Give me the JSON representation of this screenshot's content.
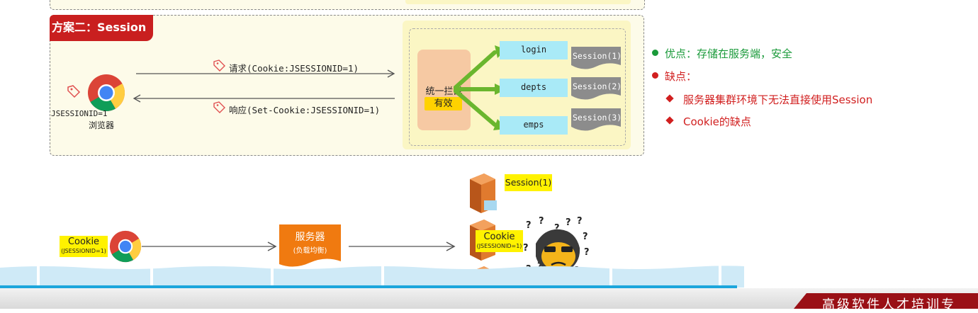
{
  "panel": {
    "title": "方案二：Session"
  },
  "browser": {
    "session_id": "JSESSIONID=1",
    "caption": "浏览器"
  },
  "request": {
    "prefix": "请求",
    "detail": "(Cookie:JSESSIONID=1)"
  },
  "response": {
    "prefix": "响应",
    "detail": "(Set-Cookie:JSESSIONID=1)"
  },
  "server": {
    "interceptor_label": "统一拦截",
    "interceptor_badge": "有效",
    "servlets": [
      {
        "name": "login",
        "session": "Session(1)"
      },
      {
        "name": "depts",
        "session": "Session(2)"
      },
      {
        "name": "emps",
        "session": "Session(3)"
      }
    ]
  },
  "pros_cons": {
    "pro": "优点：存储在服务端，安全",
    "con_title": "缺点：",
    "cons": [
      "服务器集群环境下无法直接使用Session",
      "Cookie的缺点"
    ]
  },
  "cluster": {
    "cookie_label": "Cookie",
    "cookie_id": "(JSESSIONID=1)",
    "lb_title": "服务器",
    "lb_sub": "(负载均衡)",
    "session_tag": "Session(1)",
    "server_cookie_label": "Cookie",
    "server_cookie_id": "(JSESSIONID=1)"
  },
  "banner": {
    "text": "高级软件人才培训专"
  },
  "colors": {
    "title_red": "#c91f1f",
    "pro_green": "#1a9a3a",
    "con_red": "#d11f1f",
    "arrow_green": "#6ab62e",
    "servlet_blue": "#a9eaf7",
    "badge_yellow": "#ffd200",
    "lb_orange": "#f07a10"
  }
}
